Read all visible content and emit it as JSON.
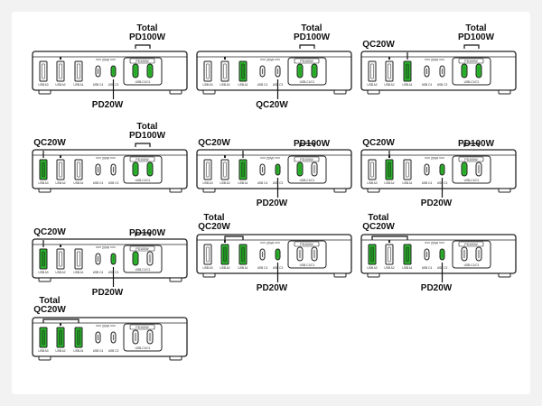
{
  "colors": {
    "active": "#2db52d",
    "inactive": "#f3f3f3",
    "outline": "#222222",
    "background": "#f2f2f2"
  },
  "device_labels": {
    "port_a3": "USB A3",
    "port_a2": "USB A2",
    "port_a1": "USB A1",
    "port_c4": "USB C4",
    "port_c3": "USB C3",
    "pd_badge": "PD100W",
    "pd_ports": "USB-C1/C1",
    "c_badge": "20W"
  },
  "panels": [
    {
      "active": [
        "c3",
        "c2",
        "c1"
      ],
      "labels": [
        {
          "id": "top",
          "lines": [
            "Total",
            "PD100W"
          ]
        },
        {
          "id": "bottom",
          "lines": [
            "PD20W"
          ]
        }
      ]
    },
    {
      "active": [
        "a1",
        "c2",
        "c1"
      ],
      "labels": [
        {
          "id": "top",
          "lines": [
            "Total",
            "PD100W"
          ]
        },
        {
          "id": "bottom",
          "lines": [
            "QC20W"
          ]
        }
      ]
    },
    {
      "active": [
        "a1",
        "c2",
        "c1"
      ],
      "labels": [
        {
          "id": "left",
          "lines": [
            "QC20W"
          ]
        },
        {
          "id": "top",
          "lines": [
            "Total",
            "PD100W"
          ]
        }
      ]
    },
    {
      "active": [
        "a3",
        "c2",
        "c1"
      ],
      "labels": [
        {
          "id": "left",
          "lines": [
            "QC20W"
          ]
        },
        {
          "id": "top",
          "lines": [
            "Total",
            "PD100W"
          ]
        }
      ]
    },
    {
      "active": [
        "a1",
        "c3",
        "c2"
      ],
      "labels": [
        {
          "id": "left",
          "lines": [
            "QC20W"
          ]
        },
        {
          "id": "top",
          "lines": [
            "PD100W"
          ]
        },
        {
          "id": "bottom",
          "lines": [
            "PD20W"
          ]
        }
      ]
    },
    {
      "active": [
        "a2",
        "c3",
        "c2"
      ],
      "labels": [
        {
          "id": "left",
          "lines": [
            "QC20W"
          ]
        },
        {
          "id": "top",
          "lines": [
            "PD100W"
          ]
        },
        {
          "id": "bottom",
          "lines": [
            "PD20W"
          ]
        }
      ]
    },
    {
      "active": [
        "a3",
        "c3",
        "c2"
      ],
      "labels": [
        {
          "id": "left",
          "lines": [
            "QC20W"
          ]
        },
        {
          "id": "top",
          "lines": [
            "PD100W"
          ]
        },
        {
          "id": "bottom",
          "lines": [
            "PD20W"
          ]
        }
      ]
    },
    {
      "active": [
        "a2",
        "a1",
        "c3"
      ],
      "labels": [
        {
          "id": "left",
          "lines": [
            "Total",
            "QC20W"
          ]
        },
        {
          "id": "bottom",
          "lines": [
            "PD20W"
          ]
        }
      ]
    },
    {
      "active": [
        "a3",
        "a1",
        "c3"
      ],
      "labels": [
        {
          "id": "left",
          "lines": [
            "Total",
            "QC20W"
          ]
        },
        {
          "id": "bottom",
          "lines": [
            "PD20W"
          ]
        }
      ]
    },
    {
      "active": [
        "a3",
        "a2",
        "a1"
      ],
      "labels": [
        {
          "id": "left",
          "lines": [
            "Total",
            "QC20W"
          ]
        }
      ]
    }
  ]
}
